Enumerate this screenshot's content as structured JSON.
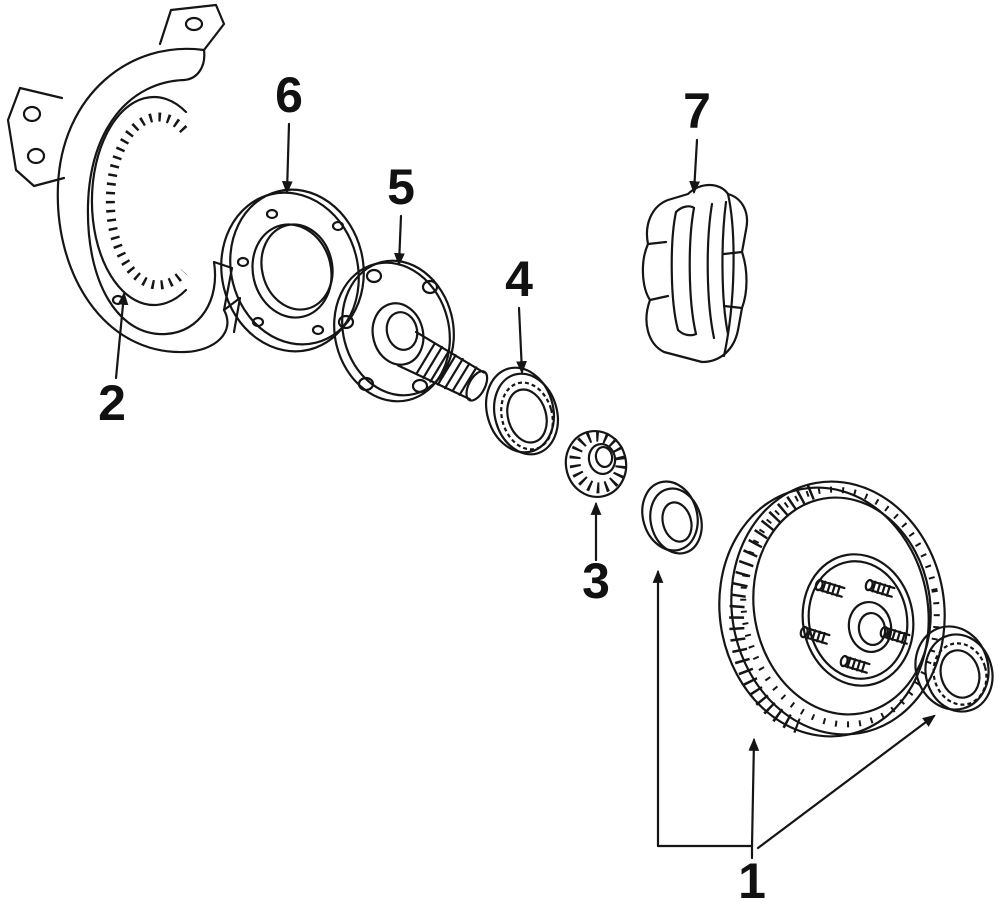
{
  "diagram": {
    "background_color": "#ffffff",
    "line_color": "#151515",
    "callouts": [
      {
        "label": "1"
      },
      {
        "label": "2"
      },
      {
        "label": "3"
      },
      {
        "label": "4"
      },
      {
        "label": "5"
      },
      {
        "label": "6"
      },
      {
        "label": "7"
      }
    ]
  }
}
